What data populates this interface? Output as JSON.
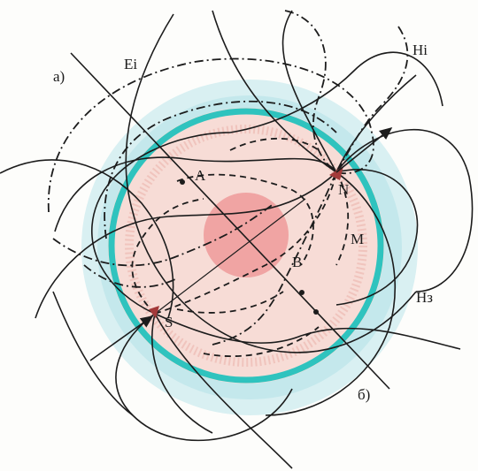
{
  "labels": {
    "a": "а)",
    "b": "б)",
    "Ei": "Ei",
    "Hi": "Hi",
    "H3": "Hз",
    "A": "A",
    "B": "B",
    "N": "N",
    "M": "M",
    "S": "S"
  },
  "colors": {
    "background": "#fdfdfb",
    "outer_halo": "#bfe6ea",
    "cyan_ring": "#2fc3be",
    "pink_disk": "#f6d5d0",
    "core": "#ef9a9a",
    "ink": "#1c1c1c",
    "magnet_pole": "#a33a3a"
  }
}
